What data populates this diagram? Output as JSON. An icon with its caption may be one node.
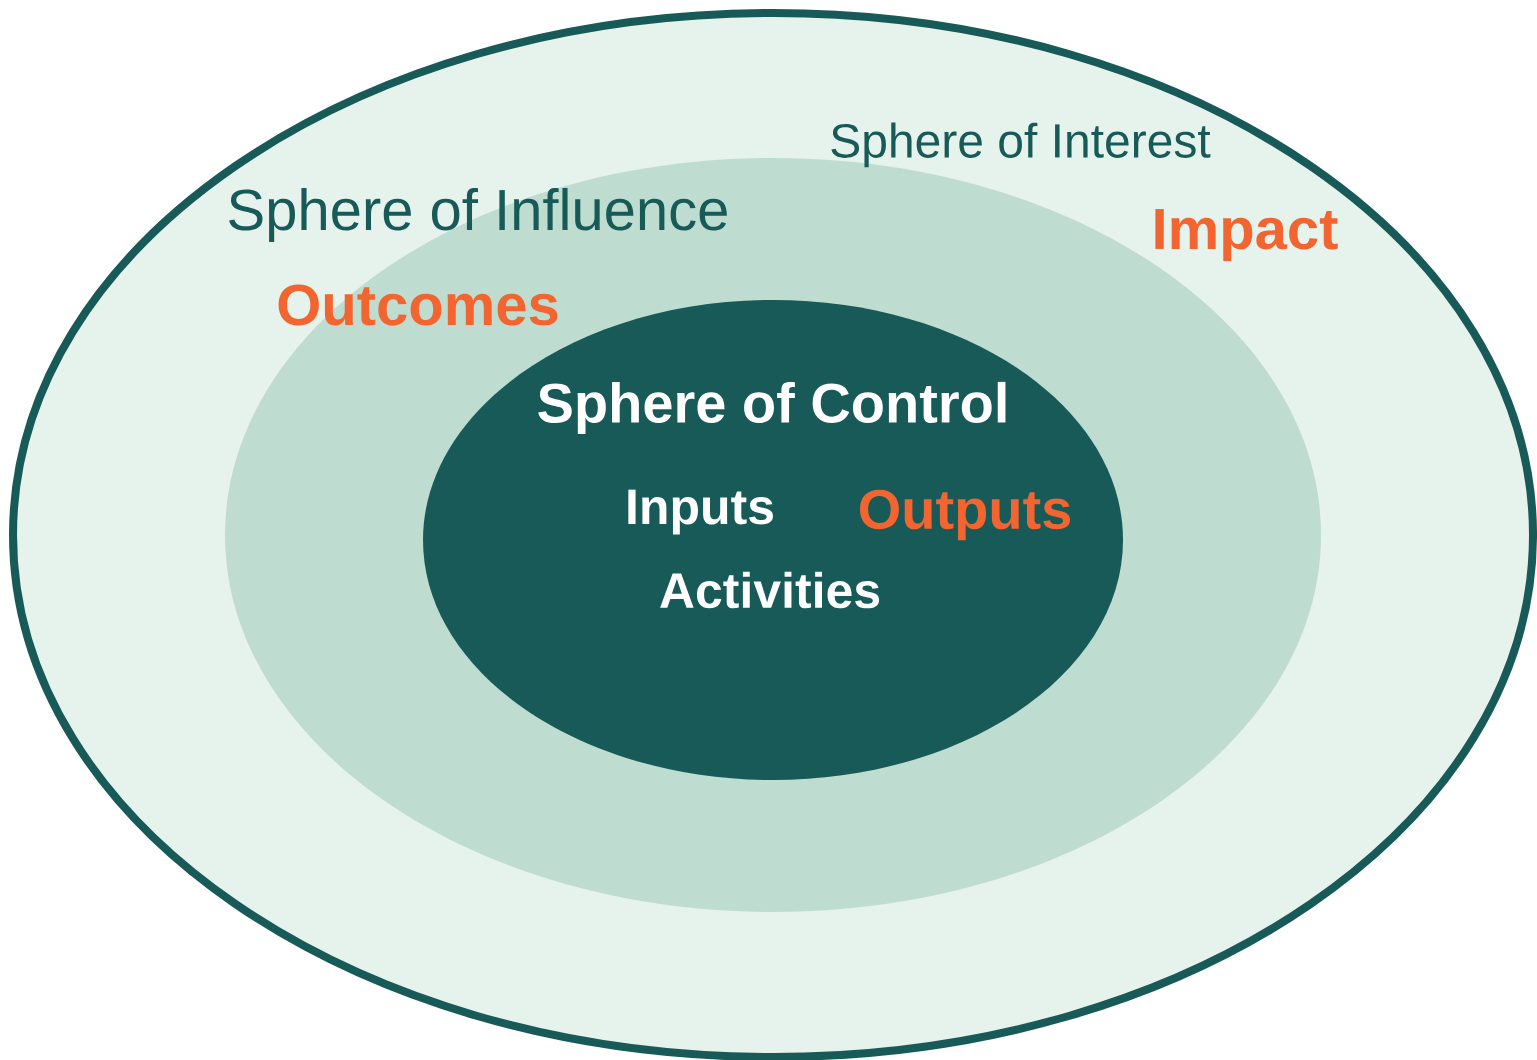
{
  "diagram": {
    "nodes": [
      {
        "text": [
          "Sphere of Interest",
          "Impact"
        ]
      },
      {
        "text": [
          "Sphere of Influence",
          "Outcomes"
        ],
        "in": 0
      },
      {
        "text": [
          "Sphere of Control",
          "Inputs",
          "Outputs",
          "Activities"
        ],
        "in": 1
      }
    ]
  }
}
